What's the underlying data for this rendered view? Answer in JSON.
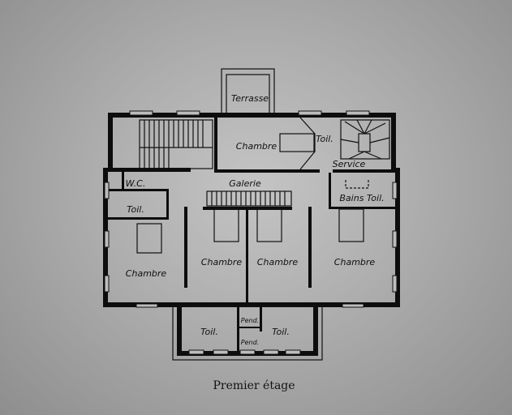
{
  "plan": {
    "caption": "Premier étage",
    "rooms": {
      "terrasse": "Terrasse",
      "chambre_north": "Chambre",
      "toil_north": "Toil.",
      "service": "Service",
      "wc": "W.C.",
      "galerie": "Galerie",
      "bains_toil": "Bains Toil.",
      "toil_west": "Toil.",
      "chambre_west": "Chambre",
      "chambre_center_left": "Chambre",
      "chambre_center_right": "Chambre",
      "chambre_east": "Chambre",
      "toil_south_left": "Toil.",
      "pend_1": "Pend.",
      "pend_2": "Pend.",
      "toil_south_right": "Toil."
    }
  }
}
